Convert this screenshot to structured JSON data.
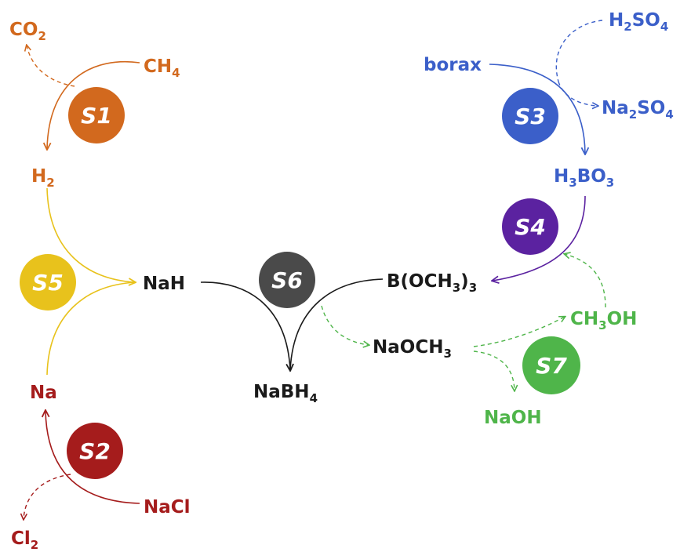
{
  "colors": {
    "s1": "#d2691e",
    "s2": "#a51c1c",
    "s3": "#3b5fc9",
    "s4": "#5b22a0",
    "s5": "#e8c21c",
    "s6": "#4a4a4a",
    "s7": "#4fb54a",
    "dark": "#1a1a1a"
  },
  "steps": {
    "s1": "S1",
    "s2": "S2",
    "s3": "S3",
    "s4": "S4",
    "s5": "S5",
    "s6": "S6",
    "s7": "S7"
  },
  "species": {
    "co2": {
      "main": "CO",
      "sub": "2",
      "tail": ""
    },
    "ch4": {
      "main": "CH",
      "sub": "4",
      "tail": ""
    },
    "h2": {
      "main": "H",
      "sub": "2",
      "tail": ""
    },
    "na": {
      "main": "Na",
      "sub": "",
      "tail": ""
    },
    "nacl": {
      "main": "NaCl",
      "sub": "",
      "tail": ""
    },
    "cl2": {
      "main": "Cl",
      "sub": "2",
      "tail": ""
    },
    "nah": {
      "main": "NaH",
      "sub": "",
      "tail": ""
    },
    "nabh4": {
      "main": "NaBH",
      "sub": "4",
      "tail": ""
    },
    "borate": {
      "main": "B(OCH",
      "sub": "3",
      "tail": ")",
      "sub2": "3"
    },
    "naoch3": {
      "main": "NaOCH",
      "sub": "3",
      "tail": ""
    },
    "ch3oh": {
      "main": "CH",
      "sub": "3",
      "tail": "OH"
    },
    "naoh": {
      "main": "NaOH",
      "sub": "",
      "tail": ""
    },
    "borax": {
      "main": "borax",
      "sub": "",
      "tail": ""
    },
    "h2so4": {
      "main": "H",
      "sub": "2",
      "tail": "SO",
      "sub2": "4"
    },
    "na2so4": {
      "main": "Na",
      "sub": "2",
      "tail": "SO",
      "sub2": "4"
    },
    "h3bo3": {
      "main": "H",
      "sub": "3",
      "tail": "BO",
      "sub2": "3"
    }
  }
}
